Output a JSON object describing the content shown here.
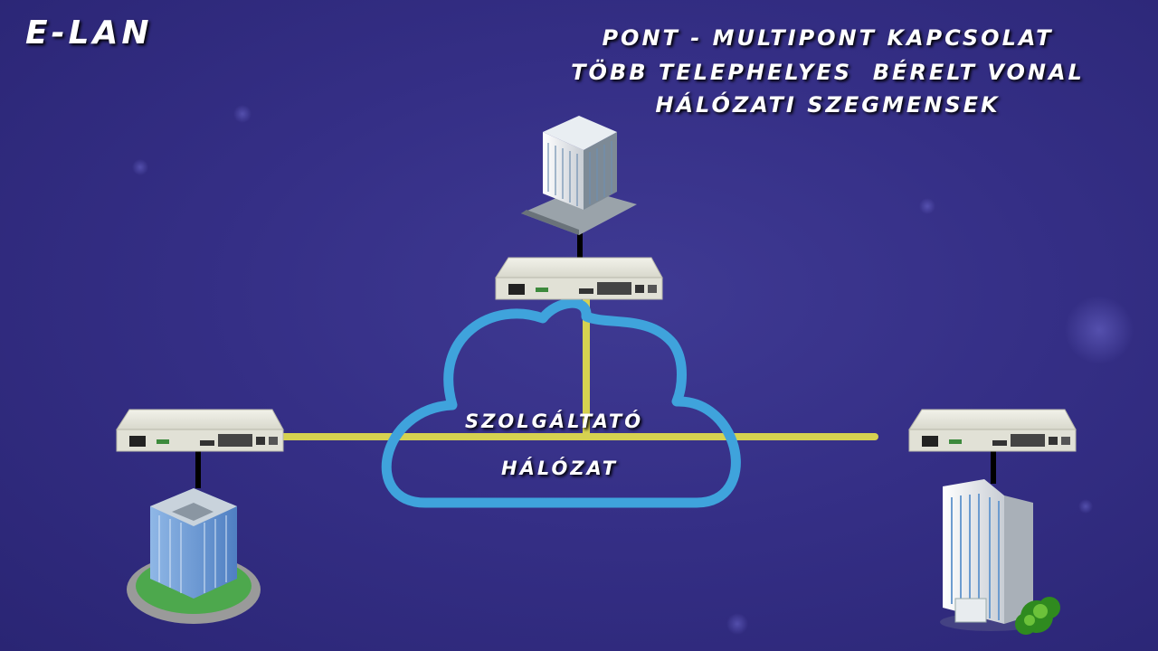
{
  "title": "E-LAN",
  "header": {
    "line1": "PONT - MULTIPONT KAPCSOLAT",
    "line2": "TÖBB TELEPHELYES  BÉRELT VONAL",
    "line3": "HÁLÓZATI SZEGMENSEK"
  },
  "cloud": {
    "line1": "SZOLGÁLTATÓ",
    "line2": "HÁLÓZAT"
  },
  "colors": {
    "background": "#352f86",
    "cloud_outline": "#3fa3dc",
    "link": "#d6d250",
    "drop_line": "#000000",
    "device_body": "#e6e6dc"
  },
  "icons": [
    "building-icon",
    "network-switch-icon",
    "cloud-icon"
  ]
}
